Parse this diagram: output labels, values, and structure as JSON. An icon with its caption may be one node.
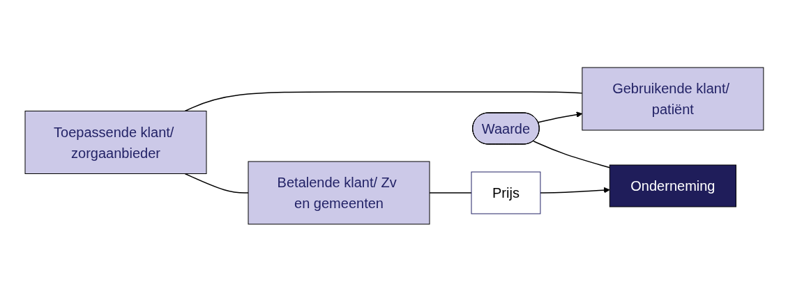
{
  "diagram": {
    "nodes": [
      {
        "text": [
          "Gebruikende klant/ patiënt"
        ]
      },
      {
        "text": [
          "Waarde"
        ]
      },
      {
        "text": [
          "Toepassende klant/ zorgaanbieder"
        ]
      },
      {
        "text": [
          "Onderneming"
        ]
      },
      {
        "text": [
          "Betalende klant/ Zv en gemeenten"
        ]
      },
      {
        "text": [
          "Prijs"
        ]
      }
    ],
    "edges": [
      {
        "from": 2,
        "to": 0,
        "arrow": "none"
      },
      {
        "from": 2,
        "to": 4,
        "arrow": "none"
      },
      {
        "from": 1,
        "to": 0,
        "arrow": "to"
      },
      {
        "from": 1,
        "to": 3,
        "arrow": "none"
      },
      {
        "from": 4,
        "to": 5,
        "arrow": "none"
      },
      {
        "from": 5,
        "to": 3,
        "arrow": "to"
      }
    ]
  }
}
